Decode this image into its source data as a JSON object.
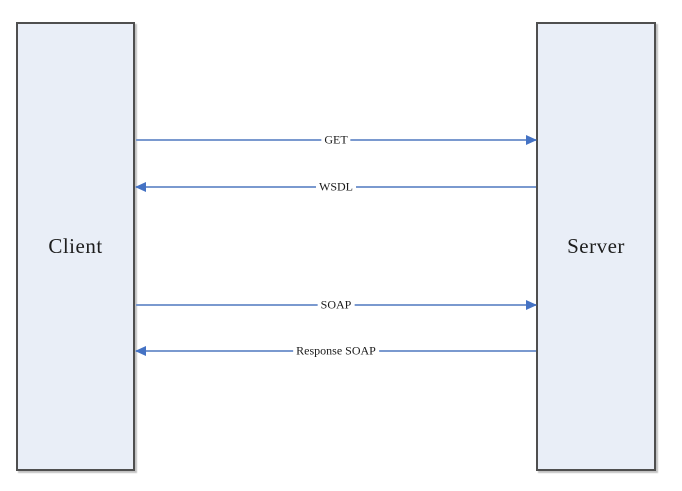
{
  "diagram": {
    "type": "sequence-diagram",
    "nodes": {
      "client": {
        "label": "Client"
      },
      "server": {
        "label": "Server"
      }
    },
    "messages": [
      {
        "label": "GET",
        "from": "client",
        "to": "server",
        "direction": "right"
      },
      {
        "label": "WSDL",
        "from": "server",
        "to": "client",
        "direction": "left"
      },
      {
        "label": "SOAP",
        "from": "client",
        "to": "server",
        "direction": "right"
      },
      {
        "label": "Response SOAP",
        "from": "server",
        "to": "client",
        "direction": "left"
      }
    ],
    "colors": {
      "node_fill": "#e9eef7",
      "node_border": "#4f4f4f",
      "arrow_line": "#7a99cf",
      "arrow_head": "#4472c4",
      "label_text": "#1a1a1a",
      "background": "#ffffff"
    }
  }
}
